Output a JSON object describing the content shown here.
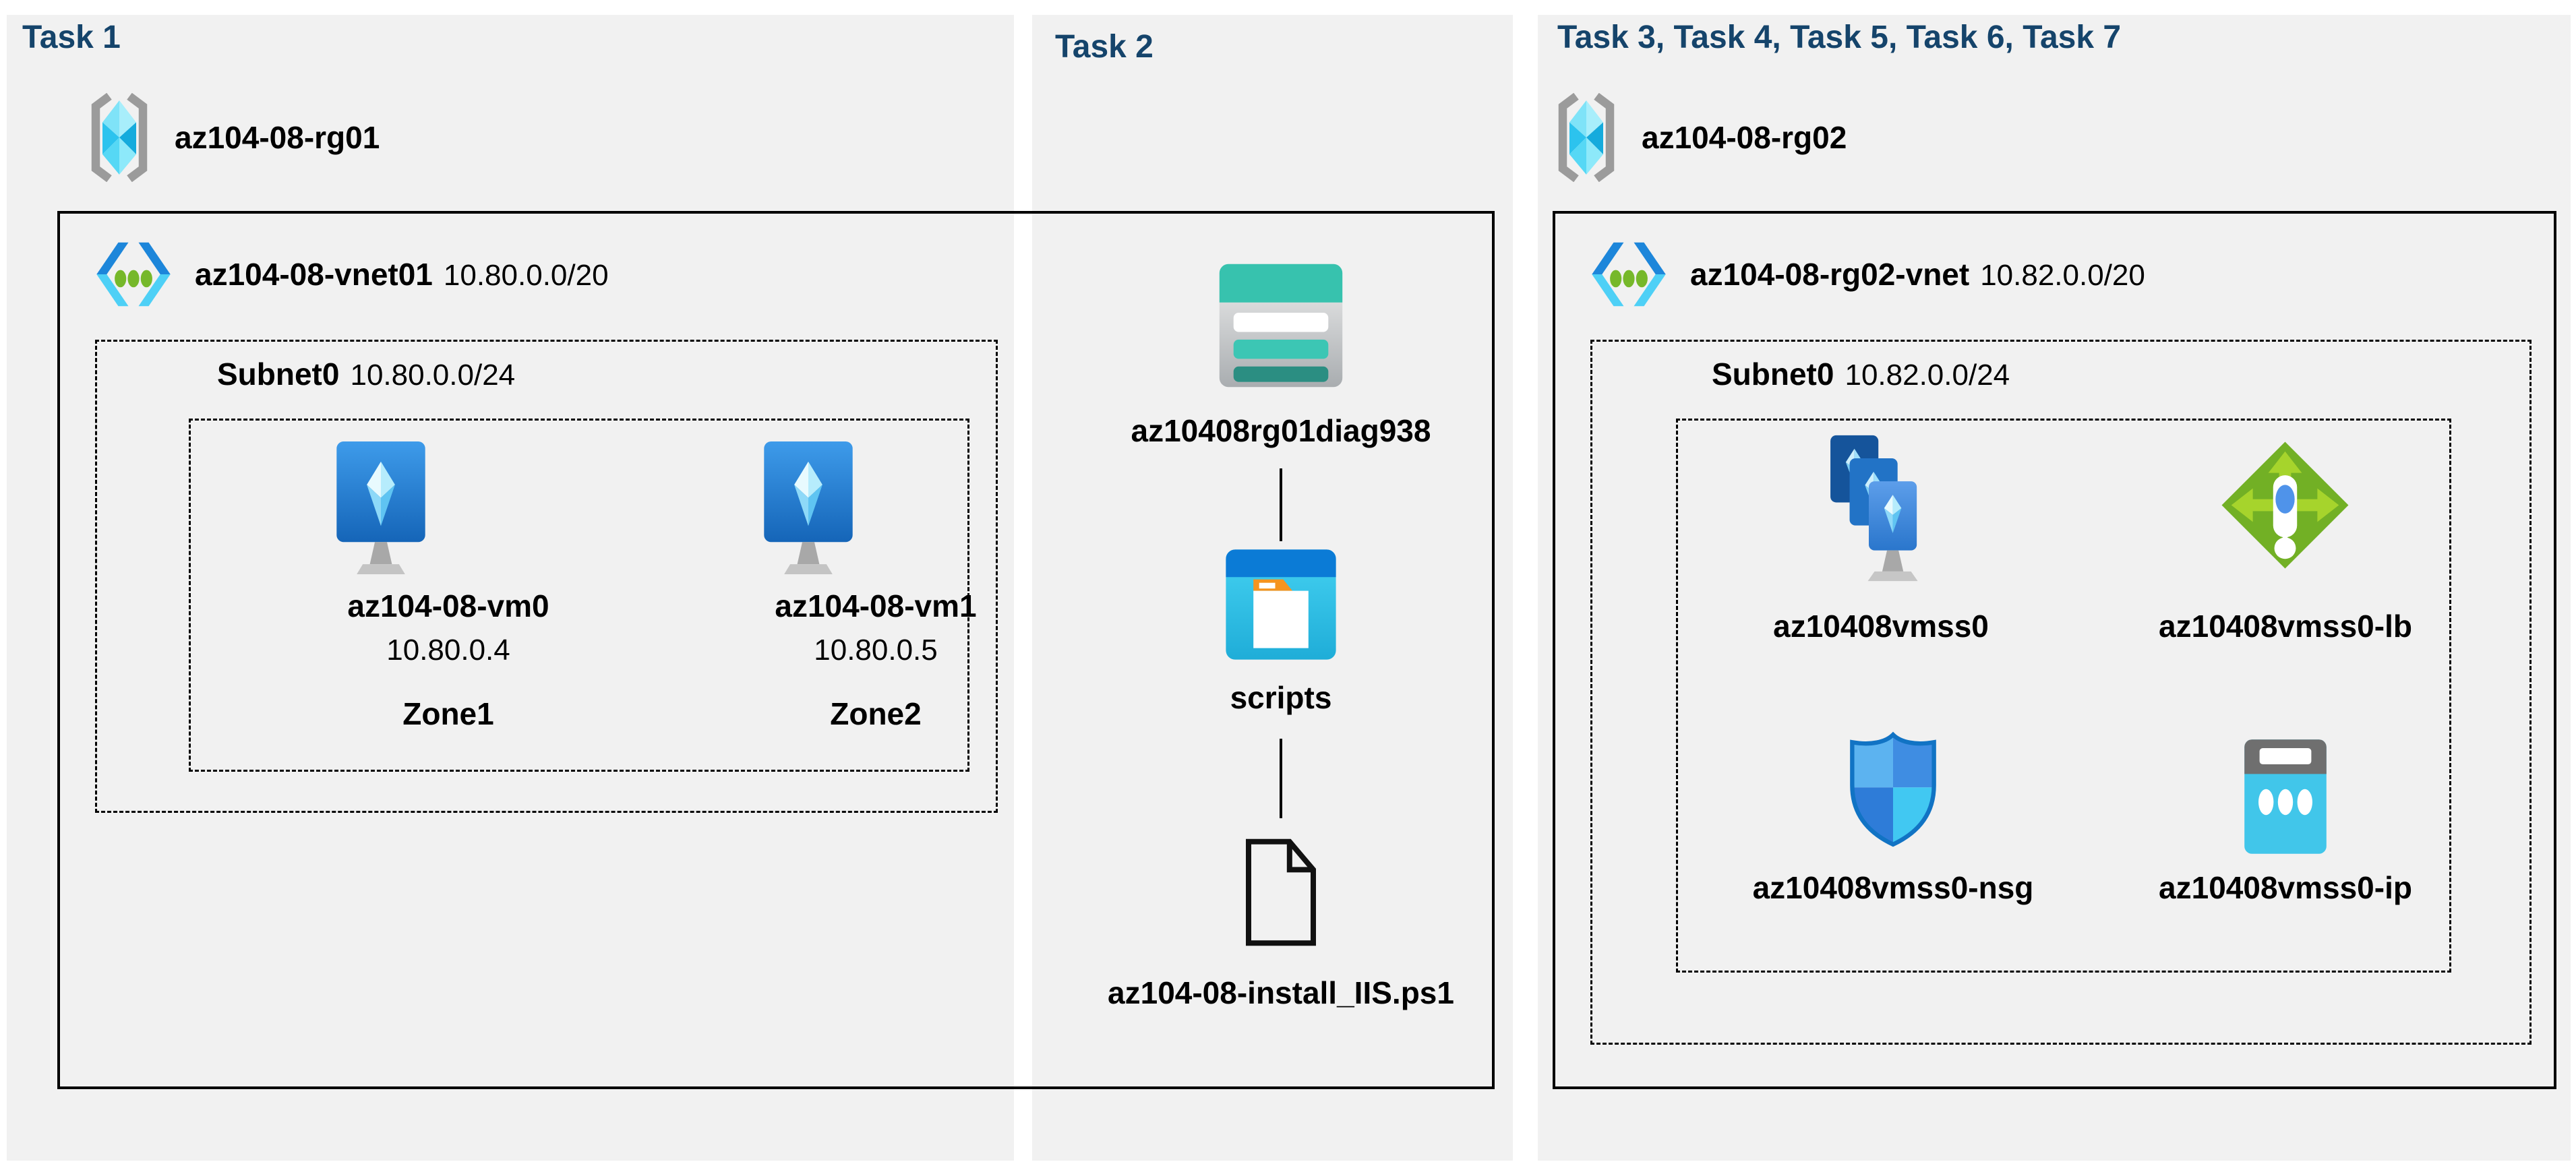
{
  "diagram": {
    "panels": [
      {
        "title": "Task 1",
        "resource_group": "az104-08-rg01",
        "vnet_name": "az104-08-vnet01",
        "vnet_cidr": "10.80.0.0/20",
        "subnet_name": "Subnet0",
        "subnet_cidr": "10.80.0.0/24",
        "vms": [
          {
            "name": "az104-08-vm0",
            "ip": "10.80.0.4",
            "zone": "Zone1"
          },
          {
            "name": "az104-08-vm1",
            "ip": "10.80.0.5",
            "zone": "Zone2"
          }
        ]
      },
      {
        "title": "Task 2",
        "storage_account": "az10408rg01diag938",
        "container": "scripts",
        "script_file": "az104-08-install_IIS.ps1"
      },
      {
        "title": "Task 3, Task 4, Task 5, Task 6, Task 7",
        "resource_group": "az104-08-rg02",
        "vnet_name": "az104-08-rg02-vnet",
        "vnet_cidr": "10.82.0.0/20",
        "subnet_name": "Subnet0",
        "subnet_cidr": "10.82.0.0/24",
        "resources": [
          {
            "name": "az10408vmss0",
            "type": "vm-scale-set"
          },
          {
            "name": "az10408vmss0-lb",
            "type": "load-balancer"
          },
          {
            "name": "az10408vmss0-nsg",
            "type": "network-security-group"
          },
          {
            "name": "az10408vmss0-ip",
            "type": "public-ip"
          }
        ]
      }
    ],
    "colors": {
      "header_navy": "#15446b",
      "panel_bg": "#f1f1f1",
      "border_black": "#000000",
      "vnet_blue": "#1d86da",
      "vnet_cyan": "#4ed0f6",
      "dot_green": "#76b82a",
      "storage_teal": "#37c2ae",
      "folder_orange": "#f5941f",
      "lb_green": "#72b025",
      "nsg_border_blue": "#1173c4",
      "public_ip_cyan": "#41c6ea"
    }
  }
}
